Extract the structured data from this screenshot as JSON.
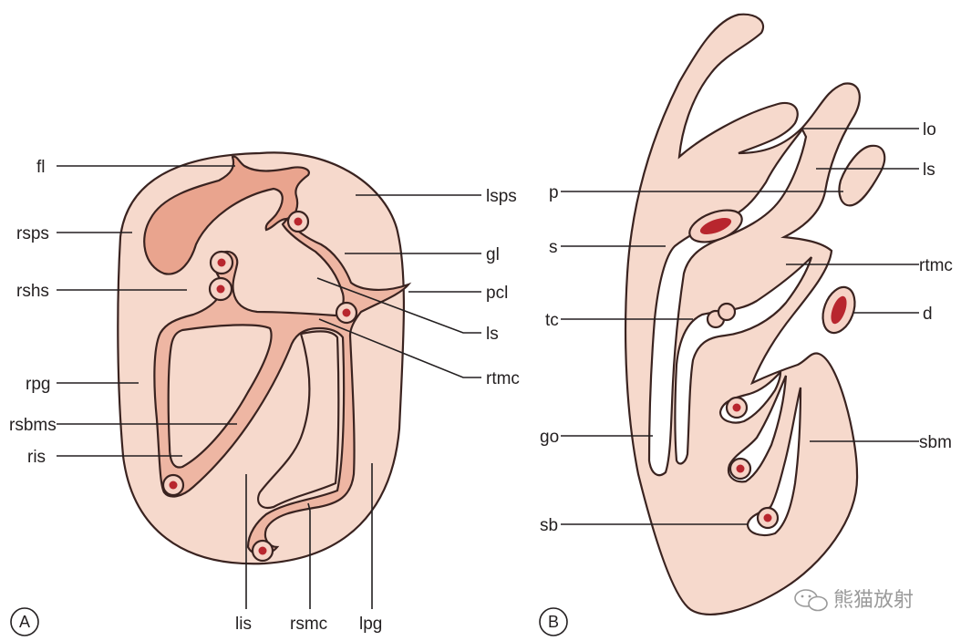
{
  "colors": {
    "background": "#ffffff",
    "body_fill": "#f6d9cc",
    "space_fill": "#e9a48e",
    "space_fill_light": "#eeb6a3",
    "cavity_fill": "#ffffff",
    "vessel_ring": "#f6d3c6",
    "vessel_core": "#b8262e",
    "outline": "#3a2320",
    "leader": "#231f20",
    "watermark": "#9a9a9a"
  },
  "panelA": {
    "letter": "A",
    "labels": {
      "fl": "fl",
      "rsps": "rsps",
      "rshs": "rshs",
      "rpg": "rpg",
      "rsbms": "rsbms",
      "ris": "ris",
      "lsps": "lsps",
      "gl": "gl",
      "pcl": "pcl",
      "ls": "ls",
      "rtmc": "rtmc",
      "lis": "lis",
      "rsmc": "rsmc",
      "lpg": "lpg"
    }
  },
  "panelB": {
    "letter": "B",
    "labels": {
      "p": "p",
      "s": "s",
      "tc": "tc",
      "go": "go",
      "sb": "sb",
      "lo": "lo",
      "ls": "ls",
      "rtmc": "rtmc",
      "d": "d",
      "sbm": "sbm"
    }
  },
  "watermark": {
    "icon": "wechat-icon",
    "text": "熊猫放射"
  }
}
